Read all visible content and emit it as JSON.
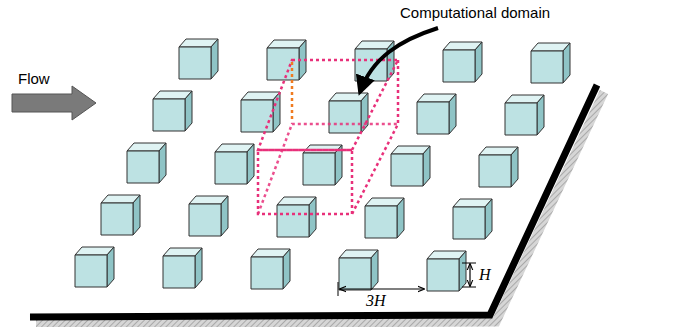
{
  "diagram": {
    "labels": [
      "Computational domain",
      "Flow",
      "3H",
      "H"
    ]
  }
}
